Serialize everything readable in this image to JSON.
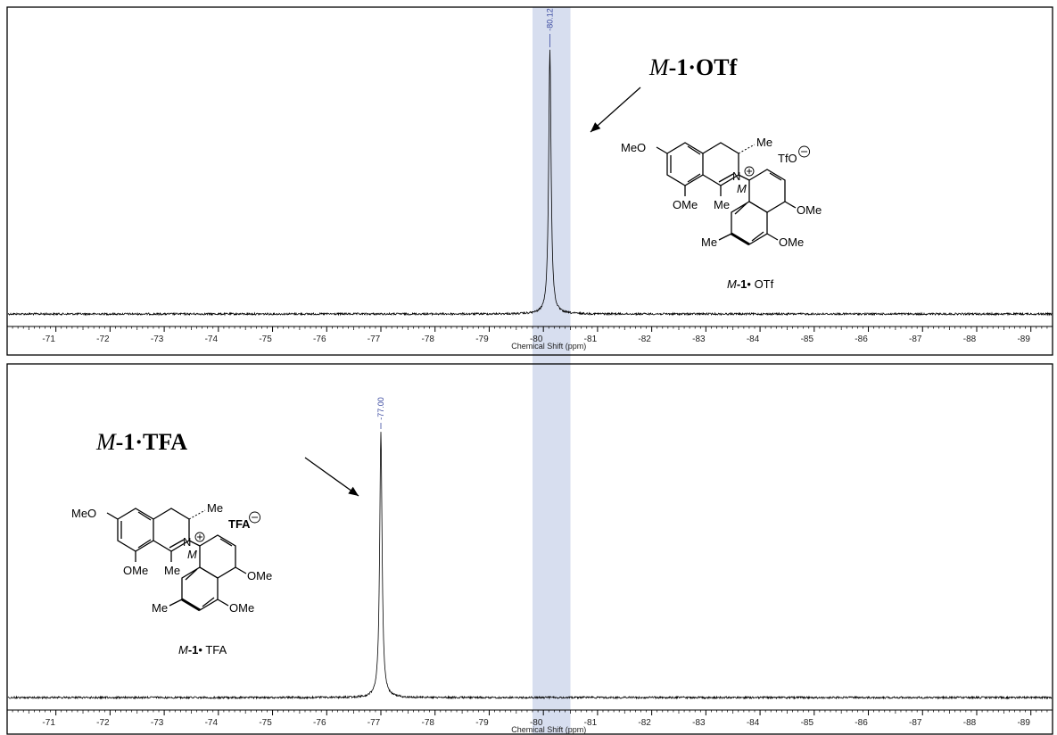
{
  "chart_data": [
    {
      "type": "line",
      "title": "",
      "xlabel": "Chemical Shift (ppm)",
      "ylabel": "",
      "xlim": [
        -70.1,
        -89.4
      ],
      "x_reversed": true,
      "grid": false,
      "ticks": [
        -71,
        -72,
        -73,
        -74,
        -75,
        -76,
        -77,
        -78,
        -79,
        -80,
        -81,
        -82,
        -83,
        -84,
        -85,
        -86,
        -87,
        -88,
        -89
      ],
      "tick_labels": [
        "-71",
        "-72",
        "-73",
        "-74",
        "-75",
        "-76",
        "-77",
        "-78",
        "-79",
        "-80",
        "-81",
        "-82",
        "-83",
        "-84",
        "-85",
        "-86",
        "-87",
        "-88",
        "-89"
      ],
      "peaks": [
        {
          "x": -80.12,
          "label": "-80.12",
          "relative_height": 0.95
        }
      ],
      "highlight_range": [
        -79.8,
        -80.5
      ],
      "annotation": {
        "prefix": "M",
        "text": "-1·OTf"
      },
      "structure": {
        "labels": [
          "MeO",
          "Me",
          "TfO",
          "N",
          "M",
          "OMe",
          "Me",
          "OMe",
          "Me",
          "OMe"
        ],
        "caption_prefix": "M",
        "caption_bold": "-1",
        "caption_suffix": "• OTf"
      }
    },
    {
      "type": "line",
      "title": "",
      "xlabel": "Chemical Shift (ppm)",
      "ylabel": "",
      "xlim": [
        -70.1,
        -89.4
      ],
      "x_reversed": true,
      "grid": false,
      "ticks": [
        -71,
        -72,
        -73,
        -74,
        -75,
        -76,
        -77,
        -78,
        -79,
        -80,
        -81,
        -82,
        -83,
        -84,
        -85,
        -86,
        -87,
        -88,
        -89
      ],
      "tick_labels": [
        "-71",
        "-72",
        "-73",
        "-74",
        "-75",
        "-76",
        "-77",
        "-78",
        "-79",
        "-80",
        "-81",
        "-82",
        "-83",
        "-84",
        "-85",
        "-86",
        "-87",
        "-88",
        "-89"
      ],
      "peaks": [
        {
          "x": -77.0,
          "label": "-77.00",
          "relative_height": 0.95
        }
      ],
      "highlight_range": [
        -79.8,
        -80.5
      ],
      "annotation": {
        "prefix": "M",
        "text": "-1·TFA"
      },
      "structure": {
        "labels": [
          "MeO",
          "Me",
          "TFA",
          "N",
          "M",
          "OMe",
          "Me",
          "OMe",
          "Me",
          "OMe"
        ],
        "caption_prefix": "M",
        "caption_bold": "-1",
        "caption_suffix": "• TFA"
      }
    }
  ]
}
